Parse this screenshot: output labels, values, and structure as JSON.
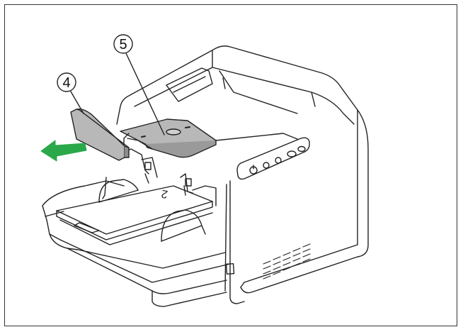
{
  "figure": {
    "callouts": [
      {
        "id": "4",
        "label": "4"
      },
      {
        "id": "5",
        "label": "5"
      }
    ],
    "tray_mark": "2",
    "arrow_color": "#2aa84a",
    "part_fill_color": "#b8b8b8",
    "line_color": "#222222"
  }
}
